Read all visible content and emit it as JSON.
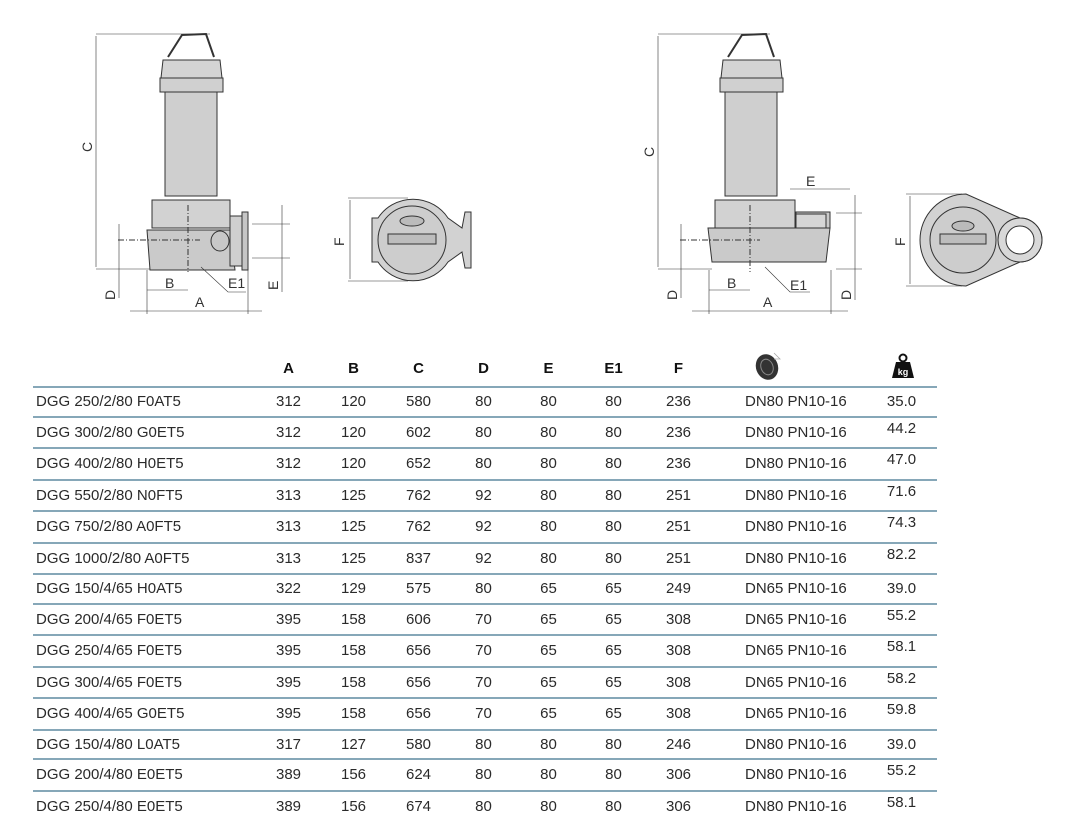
{
  "drawings": {
    "labels": {
      "A": "A",
      "B": "B",
      "C": "C",
      "D": "D",
      "E": "E",
      "E1": "E1",
      "F": "F"
    }
  },
  "table": {
    "headers": [
      "A",
      "B",
      "C",
      "D",
      "E",
      "E1",
      "F"
    ],
    "flange_icon": "flange-icon",
    "weight_icon": "weight-kg-icon",
    "weight_icon_text": "kg",
    "rows": [
      {
        "model": "DGG 250/2/80 F0AT5",
        "A": "312",
        "B": "120",
        "C": "580",
        "D": "80",
        "E": "80",
        "E1": "80",
        "F": "236",
        "flange": "DN80 PN10-16",
        "weight": "35.0"
      },
      {
        "model": "DGG 300/2/80 G0ET5",
        "A": "312",
        "B": "120",
        "C": "602",
        "D": "80",
        "E": "80",
        "E1": "80",
        "F": "236",
        "flange": "DN80 PN10-16",
        "weight": "44.2"
      },
      {
        "model": "DGG 400/2/80 H0ET5",
        "A": "312",
        "B": "120",
        "C": "652",
        "D": "80",
        "E": "80",
        "E1": "80",
        "F": "236",
        "flange": "DN80 PN10-16",
        "weight": "47.0"
      },
      {
        "model": "DGG 550/2/80 N0FT5",
        "A": "313",
        "B": "125",
        "C": "762",
        "D": "92",
        "E": "80",
        "E1": "80",
        "F": "251",
        "flange": "DN80 PN10-16",
        "weight": "71.6"
      },
      {
        "model": "DGG 750/2/80 A0FT5",
        "A": "313",
        "B": "125",
        "C": "762",
        "D": "92",
        "E": "80",
        "E1": "80",
        "F": "251",
        "flange": "DN80 PN10-16",
        "weight": "74.3"
      },
      {
        "model": "DGG 1000/2/80 A0FT5",
        "A": "313",
        "B": "125",
        "C": "837",
        "D": "92",
        "E": "80",
        "E1": "80",
        "F": "251",
        "flange": "DN80 PN10-16",
        "weight": "82.2"
      },
      {
        "model": "DGG 150/4/65 H0AT5",
        "A": "322",
        "B": "129",
        "C": "575",
        "D": "80",
        "E": "65",
        "E1": "65",
        "F": "249",
        "flange": "DN65 PN10-16",
        "weight": "39.0"
      },
      {
        "model": "DGG 200/4/65 F0ET5",
        "A": "395",
        "B": "158",
        "C": "606",
        "D": "70",
        "E": "65",
        "E1": "65",
        "F": "308",
        "flange": "DN65 PN10-16",
        "weight": "55.2"
      },
      {
        "model": "DGG 250/4/65 F0ET5",
        "A": "395",
        "B": "158",
        "C": "656",
        "D": "70",
        "E": "65",
        "E1": "65",
        "F": "308",
        "flange": "DN65 PN10-16",
        "weight": "58.1"
      },
      {
        "model": "DGG 300/4/65 F0ET5",
        "A": "395",
        "B": "158",
        "C": "656",
        "D": "70",
        "E": "65",
        "E1": "65",
        "F": "308",
        "flange": "DN65 PN10-16",
        "weight": "58.2"
      },
      {
        "model": "DGG 400/4/65 G0ET5",
        "A": "395",
        "B": "158",
        "C": "656",
        "D": "70",
        "E": "65",
        "E1": "65",
        "F": "308",
        "flange": "DN65 PN10-16",
        "weight": "59.8"
      },
      {
        "model": "DGG 150/4/80 L0AT5",
        "A": "317",
        "B": "127",
        "C": "580",
        "D": "80",
        "E": "80",
        "E1": "80",
        "F": "246",
        "flange": "DN80 PN10-16",
        "weight": "39.0"
      },
      {
        "model": "DGG 200/4/80 E0ET5",
        "A": "389",
        "B": "156",
        "C": "624",
        "D": "80",
        "E": "80",
        "E1": "80",
        "F": "306",
        "flange": "DN80 PN10-16",
        "weight": "55.2"
      },
      {
        "model": "DGG 250/4/80 E0ET5",
        "A": "389",
        "B": "156",
        "C": "674",
        "D": "80",
        "E": "80",
        "E1": "80",
        "F": "306",
        "flange": "DN80 PN10-16",
        "weight": "58.1"
      }
    ]
  }
}
